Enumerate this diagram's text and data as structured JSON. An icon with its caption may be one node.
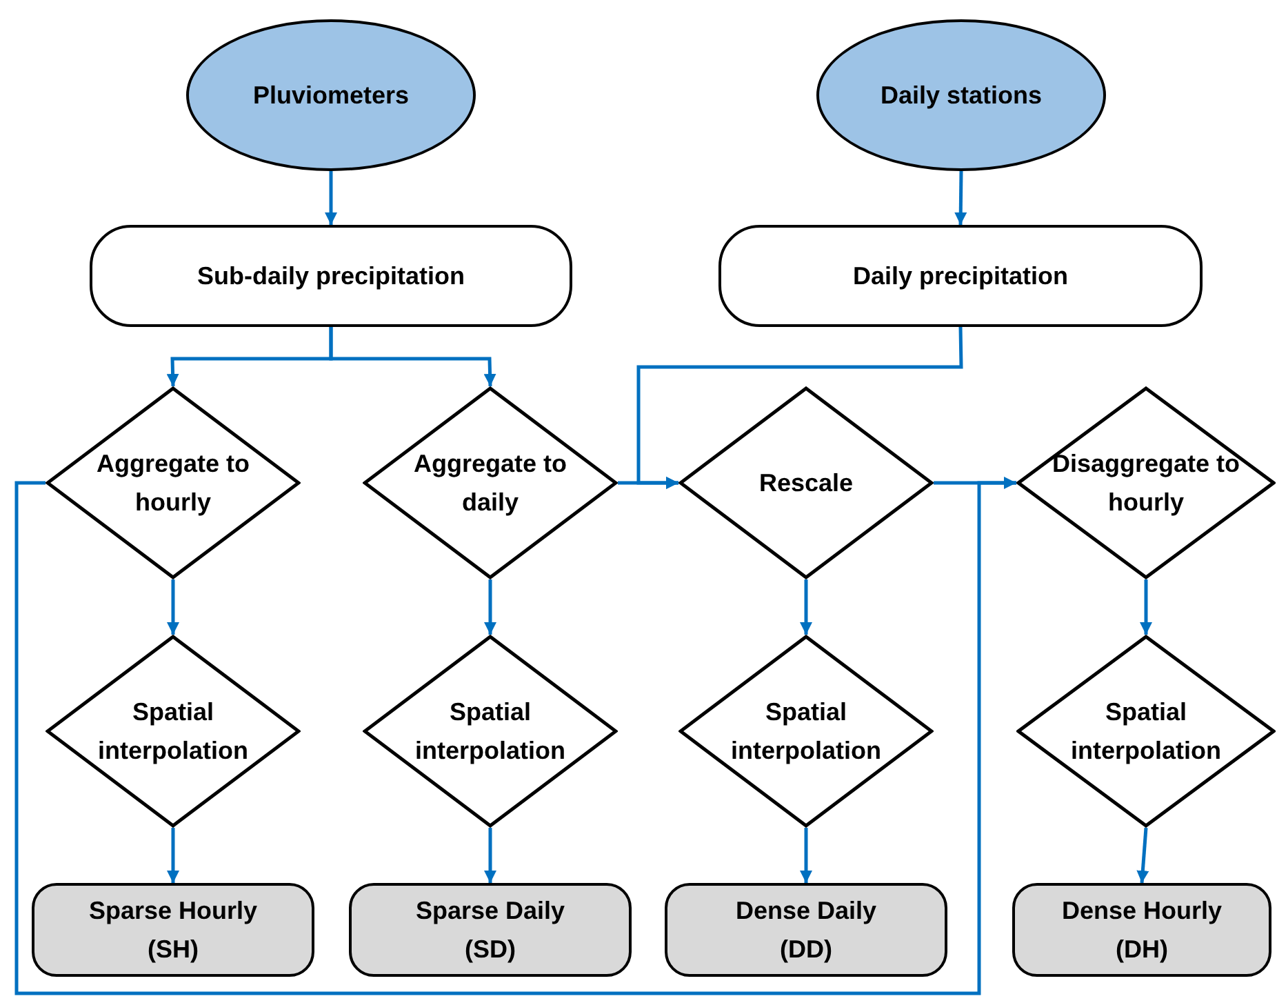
{
  "diagram": {
    "nodes": [
      {
        "text": [
          "Pluviometers"
        ]
      },
      {
        "text": [
          "Daily stations"
        ]
      },
      {
        "text": [
          "Sub-daily precipitation"
        ]
      },
      {
        "text": [
          "Daily precipitation"
        ]
      },
      {
        "text": [
          "Aggregate to hourly"
        ]
      },
      {
        "text": [
          "Aggregate to daily"
        ]
      },
      {
        "text": [
          "Rescale"
        ]
      },
      {
        "text": [
          "Disaggregate to hourly"
        ]
      },
      {
        "text": [
          "Spatial interpolation"
        ]
      },
      {
        "text": [
          "Spatial interpolation"
        ]
      },
      {
        "text": [
          "Spatial interpolation"
        ]
      },
      {
        "text": [
          "Spatial interpolation"
        ]
      },
      {
        "text": [
          "Sparse Hourly (SH)"
        ]
      },
      {
        "text": [
          "Sparse Daily (SD)"
        ]
      },
      {
        "text": [
          "Dense Daily (DD)"
        ]
      },
      {
        "text": [
          "Dense Hourly (DH)"
        ]
      }
    ],
    "edges": [
      {
        "from": 0,
        "to": 2,
        "arrow": "to"
      },
      {
        "from": 1,
        "to": 3,
        "arrow": "to"
      },
      {
        "from": 2,
        "to": 4,
        "arrow": "to"
      },
      {
        "from": 2,
        "to": 5,
        "arrow": "to"
      },
      {
        "from": 3,
        "to": 6,
        "arrow": "to"
      },
      {
        "from": 5,
        "to": 6,
        "arrow": "to"
      },
      {
        "from": 6,
        "to": 7,
        "arrow": "none"
      },
      {
        "from": 4,
        "to": 7,
        "arrow": "to"
      },
      {
        "from": 4,
        "to": 8,
        "arrow": "to"
      },
      {
        "from": 5,
        "to": 9,
        "arrow": "to"
      },
      {
        "from": 6,
        "to": 10,
        "arrow": "to"
      },
      {
        "from": 7,
        "to": 11,
        "arrow": "to"
      },
      {
        "from": 8,
        "to": 12,
        "arrow": "to"
      },
      {
        "from": 9,
        "to": 13,
        "arrow": "to"
      },
      {
        "from": 10,
        "to": 14,
        "arrow": "to"
      },
      {
        "from": 11,
        "to": 15,
        "arrow": "to"
      }
    ]
  }
}
